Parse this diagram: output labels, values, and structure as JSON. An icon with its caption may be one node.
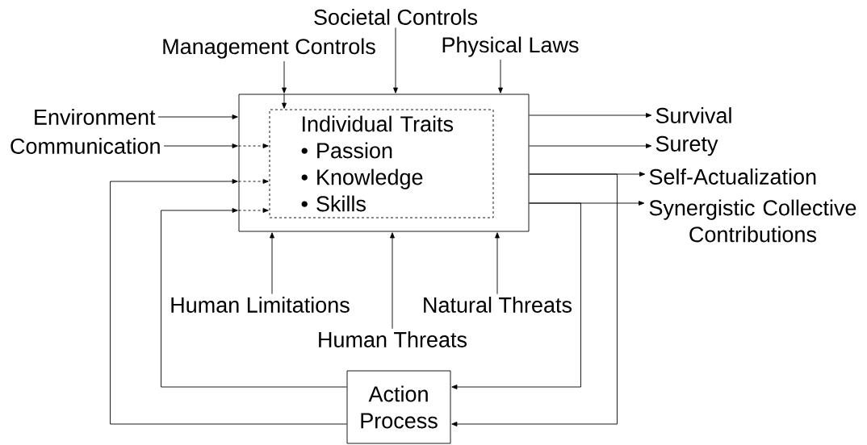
{
  "diagram": {
    "nodes": [
      {
        "text": [],
        "shape": "box"
      },
      {
        "text": [
          "Individual Traits",
          "• Passion",
          "• Knowledge",
          "• Skills"
        ],
        "in": 0
      },
      {
        "text": [
          "Societal Controls"
        ]
      },
      {
        "text": [
          "Management Controls"
        ]
      },
      {
        "text": [
          "Physical Laws"
        ]
      },
      {
        "text": [
          "Environment"
        ]
      },
      {
        "text": [
          "Communication"
        ]
      },
      {
        "text": [
          "Survival"
        ]
      },
      {
        "text": [
          "Surety"
        ]
      },
      {
        "text": [
          "Self-Actualization"
        ]
      },
      {
        "text": [
          "Synergistic Collective Contributions"
        ]
      },
      {
        "text": [
          "Human Limitations"
        ]
      },
      {
        "text": [
          "Human Threats"
        ]
      },
      {
        "text": [
          "Natural Threats"
        ]
      },
      {
        "text": [
          "Action Process"
        ]
      }
    ],
    "edges": [
      {
        "from": 2,
        "to": 0,
        "arrow": "to"
      },
      {
        "from": 3,
        "to": 0,
        "arrow": "to"
      },
      {
        "from": 0,
        "to": 1,
        "arrow": "to"
      },
      {
        "from": 4,
        "to": 0,
        "arrow": "to"
      },
      {
        "from": 5,
        "to": 0,
        "arrow": "to"
      },
      {
        "from": 6,
        "to": 0,
        "arrow": "to"
      },
      {
        "from": 0,
        "to": 1,
        "arrow": "to",
        "style": "dashed"
      },
      {
        "from": 0,
        "to": 7,
        "arrow": "to"
      },
      {
        "from": 0,
        "to": 8,
        "arrow": "to"
      },
      {
        "from": 0,
        "to": 9,
        "arrow": "to"
      },
      {
        "from": 0,
        "to": 10,
        "arrow": "to"
      },
      {
        "from": 0,
        "to": 14,
        "arrow": "to"
      },
      {
        "from": 0,
        "to": 14,
        "arrow": "to"
      },
      {
        "from": 14,
        "to": 0,
        "arrow": "to"
      },
      {
        "from": 14,
        "to": 0,
        "arrow": "to"
      },
      {
        "from": 0,
        "to": 1,
        "arrow": "to",
        "style": "dashed"
      },
      {
        "from": 0,
        "to": 1,
        "arrow": "to",
        "style": "dashed"
      },
      {
        "from": 11,
        "to": 0,
        "arrow": "to"
      },
      {
        "from": 12,
        "to": 0,
        "arrow": "to"
      },
      {
        "from": 13,
        "to": 0,
        "arrow": "to"
      }
    ]
  }
}
